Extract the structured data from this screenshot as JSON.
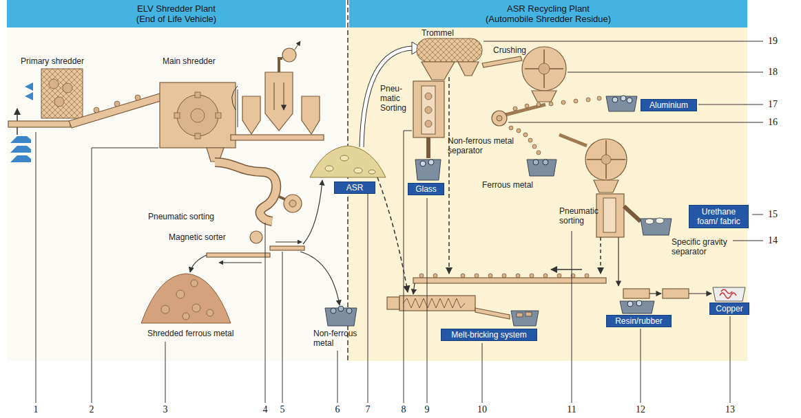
{
  "diagram": {
    "nodes": [
      {
        "text": [
          "ELV Shredder Plant (End of Life Vehicle)"
        ]
      },
      {
        "text": [
          "ASR Recycling Plant (Automobile Shredder Residue)"
        ]
      },
      {
        "text": [
          "ASR"
        ]
      },
      {
        "text": [
          "Glass"
        ]
      },
      {
        "text": [
          "Aluminium"
        ]
      },
      {
        "text": [
          "Urethane foam/ fabric"
        ]
      },
      {
        "text": [
          "Melt-bricking system"
        ]
      },
      {
        "text": [
          "Resin/rubber"
        ]
      },
      {
        "text": [
          "Copper"
        ]
      }
    ],
    "labels": [
      "Primary shredder",
      "Main shredder",
      "Pneumatic sorting",
      "Magnetic sorter",
      "Shredded ferrous metal",
      "Non-ferrous metal",
      "Trommel",
      "Pneu- matic Sorting",
      "Crushing",
      "Non-ferrous metal separator",
      "Ferrous metal",
      "Pneumatic sorting",
      "Specific gravity separator",
      "1",
      "2",
      "3",
      "4",
      "5",
      "6",
      "7",
      "8",
      "9",
      "10",
      "11",
      "12",
      "13",
      "14",
      "15",
      "16",
      "17",
      "18",
      "19"
    ]
  }
}
